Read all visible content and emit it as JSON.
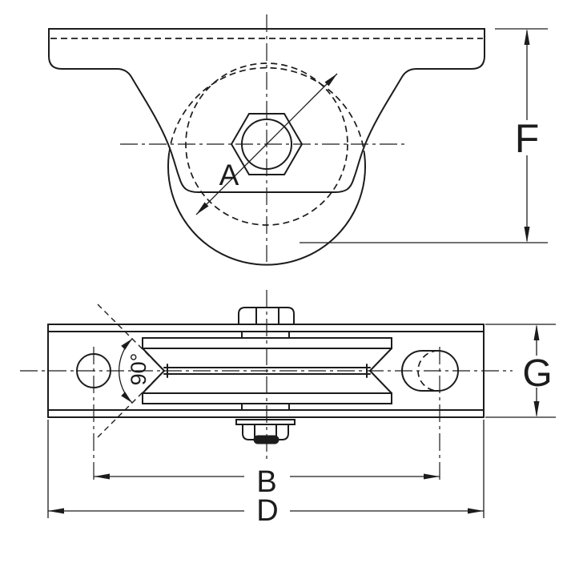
{
  "figure": {
    "type": "technical-drawing",
    "description": "two-view drawing of V-grooved roller with mounting bracket",
    "colors": {
      "line": "#1c1c1c",
      "background": "#ffffff"
    },
    "front_view": {
      "dim_wheel_diameter": "A",
      "dim_overall_height": "F"
    },
    "plan_view": {
      "groove_angle": "90°",
      "dim_hole_pitch": "B",
      "dim_overall_length": "D",
      "dim_plate_width": "G"
    }
  }
}
